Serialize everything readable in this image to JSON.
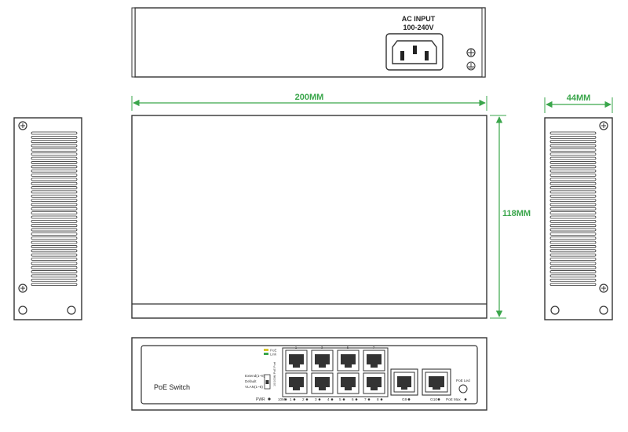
{
  "rear_panel": {
    "ac_input_title": "AC INPUT",
    "ac_input_voltage": "100-240V"
  },
  "dimensions": {
    "width": "200MM",
    "depth": "118MM",
    "height": "44MM",
    "line_color": "#3aa64b",
    "text_color": "#3aa64b"
  },
  "front_panel": {
    "device_label": "PoE Switch",
    "legend_poe": "PoE",
    "legend_link": "Link",
    "speed_label": "10/100M PoE Port",
    "mode_extend": "Extend(1~8)",
    "mode_default": "Default",
    "mode_vlan": "VLAN(1~8)",
    "pwr_label": "PWR",
    "port_numbers_top": [
      "1",
      "2",
      "3",
      "4",
      "5",
      "6",
      "7",
      "8"
    ],
    "port_labels_bottom": [
      "10M",
      "1",
      "2",
      "3",
      "4",
      "5",
      "6",
      "7",
      "8"
    ],
    "uplink_port_9": "G9",
    "uplink_port_10": "G10",
    "poe_led_label": "PoE Led",
    "poe_max_label": "PoE Max",
    "colors": {
      "poe_led": "#d8c52a",
      "link_led": "#3aa64b"
    }
  }
}
